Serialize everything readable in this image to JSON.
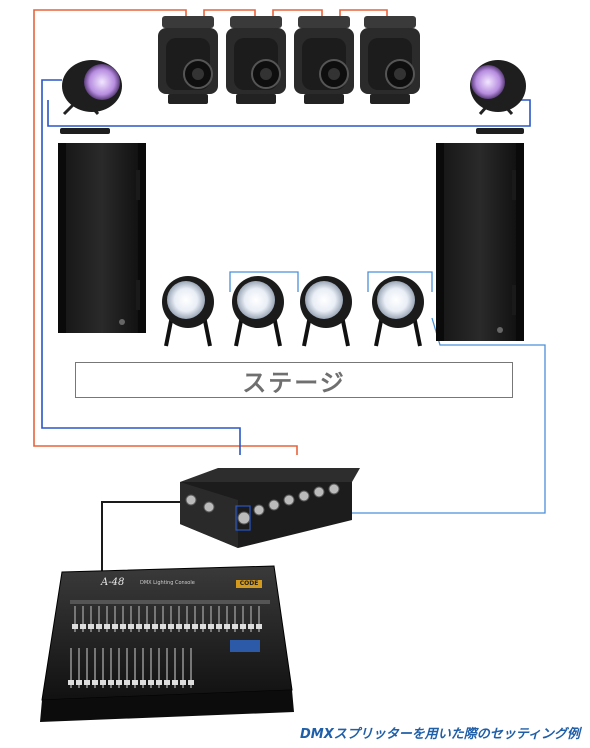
{
  "stage": {
    "label": "ステージ"
  },
  "caption": "DMXスプリッターを用いた際のセッティング例",
  "console": {
    "brand": "A-48",
    "subtitle": "DMX Lighting Console",
    "badge": "CODE"
  },
  "colors": {
    "dmx_line_blue": "#2a56c6",
    "dmx_line_orange": "#e8633a",
    "dmx_line_lightblue": "#4a90d9",
    "console_cable": "#1a1a1a"
  },
  "icons": {
    "moving_head": "moving-head-light-icon",
    "par_light": "led-par-light-icon",
    "speaker": "speaker-icon",
    "splitter": "dmx-splitter-icon",
    "console": "lighting-console-icon"
  }
}
